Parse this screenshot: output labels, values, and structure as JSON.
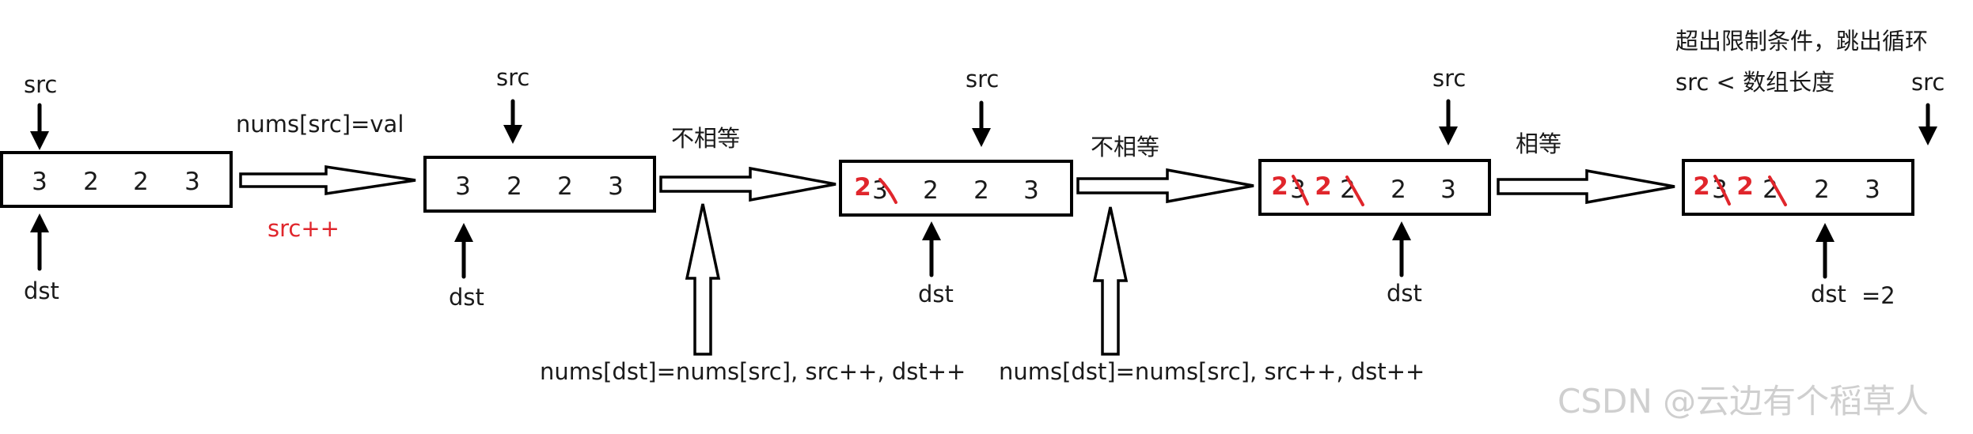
{
  "arrays": [
    {
      "cells": [
        "3",
        "2",
        "2",
        "3"
      ]
    },
    {
      "cells": [
        "3",
        "2",
        "2",
        "3"
      ]
    },
    {
      "cells": [
        "3",
        "2",
        "2",
        "3"
      ],
      "overwrite": [
        "2"
      ]
    },
    {
      "cells": [
        "3",
        "2",
        "2",
        "3"
      ],
      "overwrite": [
        "2",
        "2"
      ]
    },
    {
      "cells": [
        "3",
        "2",
        "2",
        "3"
      ],
      "overwrite": [
        "2",
        "2"
      ]
    }
  ],
  "pointers": {
    "src": "src",
    "dst": "dst"
  },
  "transitions": [
    {
      "label": "nums[src]=val",
      "sublabel": "src++"
    },
    {
      "label": "不相等",
      "sublabel": "nums[dst]=nums[src], src++, dst++"
    },
    {
      "label": "不相等",
      "sublabel": "nums[dst]=nums[src], src++, dst++"
    },
    {
      "label": "相等",
      "sublabel": ""
    }
  ],
  "end_note": {
    "line1": "超出限制条件，跳出循环",
    "line2": "src < 数组长度"
  },
  "final_dst_value": "=2",
  "watermark": "CSDN @云边有个稻草人",
  "colors": {
    "ink": "#000000",
    "accent_red": "#e0262c",
    "watermark": "#cfcfcf"
  }
}
